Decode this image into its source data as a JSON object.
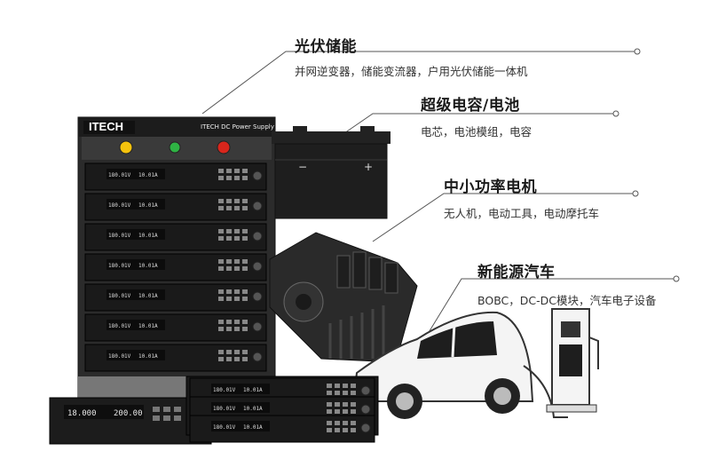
{
  "brand": {
    "logo_text": "ITECH",
    "cabinet_label": "ITECH  DC Power Supply"
  },
  "applications": [
    {
      "title": "光伏储能",
      "subtitle": "并网逆变器，储能变流器，户用光伏储能一体机"
    },
    {
      "title": "超级电容/电池",
      "subtitle": "电芯，电池模组，电容"
    },
    {
      "title": "中小功率电机",
      "subtitle": "无人机，电动工具，电动摩托车"
    },
    {
      "title": "新能源汽车",
      "subtitle": "BOBC，DC-DC模块，汽车电子设备"
    }
  ],
  "module_readout": {
    "voltage": "180.01V",
    "current": "10.01A"
  },
  "front_unit_readout": {
    "voltage": "18.000",
    "current": "200.00"
  },
  "colors": {
    "cabinet": "#2b2b2b",
    "module": "#1a1a1a",
    "line": "#444444",
    "button_yellow": "#f4c20d",
    "button_green": "#2fb344",
    "button_red": "#d9261c"
  }
}
